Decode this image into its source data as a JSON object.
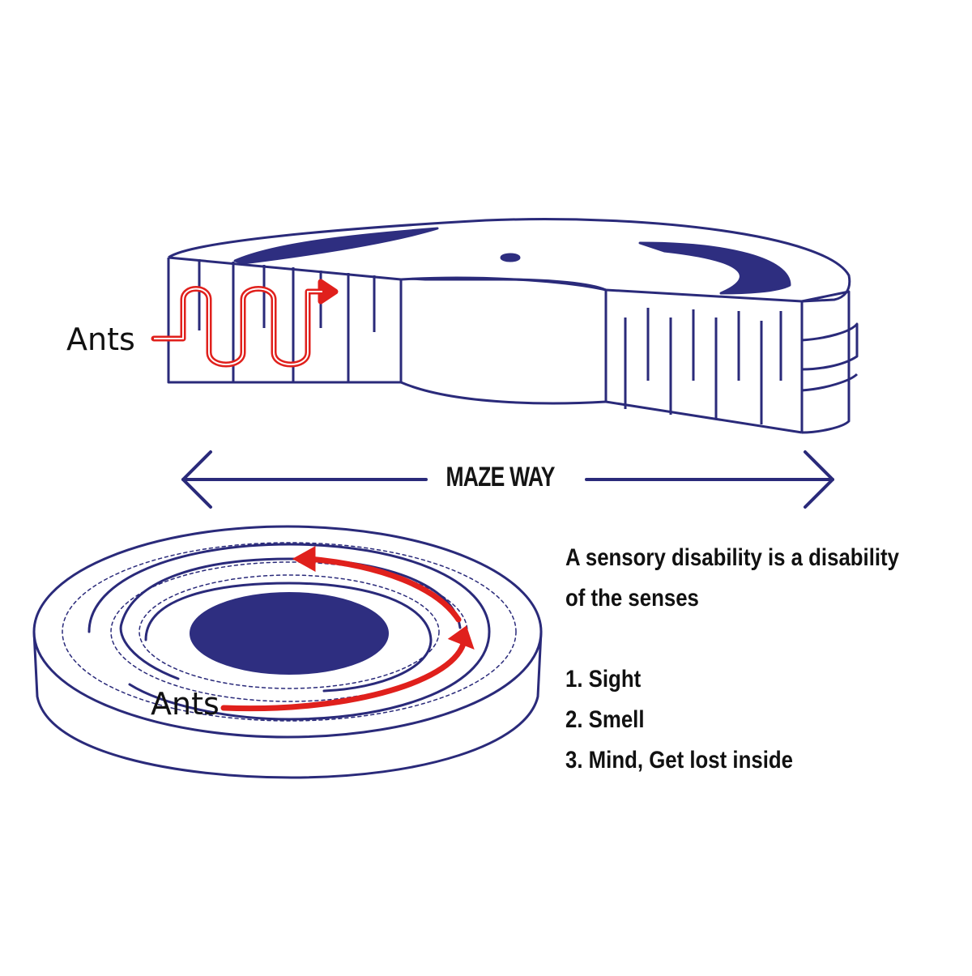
{
  "labels": {
    "ants_top": "Ants",
    "ants_bottom": "Ants",
    "maze_way": "MAZE WAY"
  },
  "info": {
    "description_line1": "A sensory disability is a disability",
    "description_line2": "of the senses",
    "items": [
      "1. Sight",
      "2. Smell",
      "3. Mind, Get lost inside"
    ]
  },
  "colors": {
    "outline": "#2a2a7a",
    "fill": "#2e2e80",
    "arrow": "#e0201c",
    "text": "#111111"
  }
}
